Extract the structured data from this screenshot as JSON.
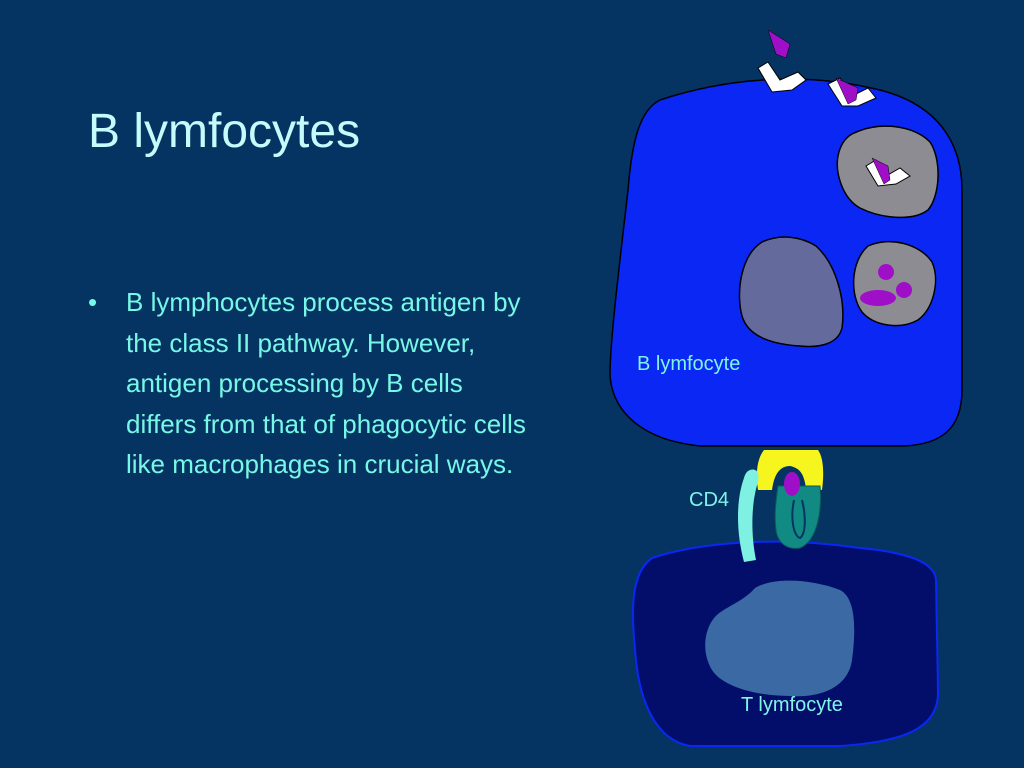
{
  "slide": {
    "title": "B lymfocytes",
    "bullets": [
      {
        "marker": "•",
        "text": "B lymphocytes process antigen by the class II pathway. However, antigen processing by B cells differs from that of phagocytic cells like macrophages in crucial ways."
      }
    ]
  },
  "diagram": {
    "labels": {
      "b_cell": "B lymfocyte",
      "cd4": "CD4",
      "t_cell": "T lymfocyte"
    },
    "colors": {
      "background": "#053463",
      "b_cell": "#0a27f4",
      "t_cell": "#030e6b",
      "t_nucleus": "#3b69a4",
      "b_nucleus": "#646a9c",
      "vesicle": "#8c8c92",
      "antigen": "#a00fc8",
      "mhc_class_ii": "#f6f51e",
      "tcr": "#118a84",
      "cd4": "#7ff1e3",
      "label_text": "#7ff5e8",
      "title_text": "#c6fbfb",
      "body_text": "#77f7e6"
    }
  }
}
